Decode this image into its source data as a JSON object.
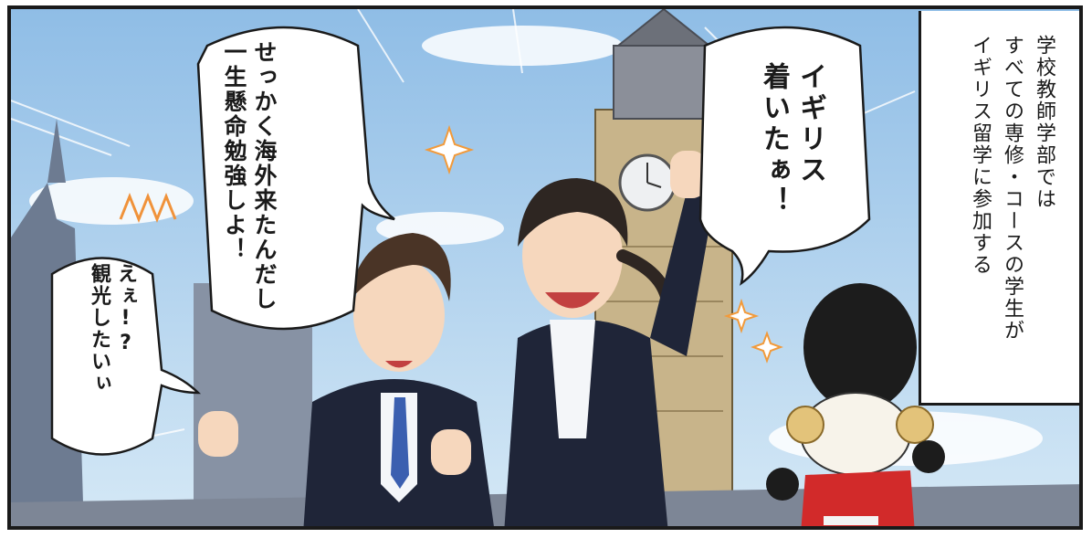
{
  "bubbles": {
    "left": {
      "lines": [
        "せっかく海外来たんだし",
        "一生懸命勉強しよ！"
      ]
    },
    "small": {
      "lines": [
        "えぇ!?",
        "観光したいぃ"
      ]
    },
    "right": {
      "lines": [
        "イギリス",
        "着いたぁ！"
      ]
    }
  },
  "caption": {
    "lines": [
      "学校教師学部では",
      "すべての専修・コースの学生が",
      "イギリス留学に参加する"
    ]
  },
  "colors": {
    "sky": "#a9cdeb",
    "suit": "#1f2538",
    "tie": "#3b5fb0",
    "tower": "#c8b48a",
    "guard_coat": "#d22a2a"
  }
}
